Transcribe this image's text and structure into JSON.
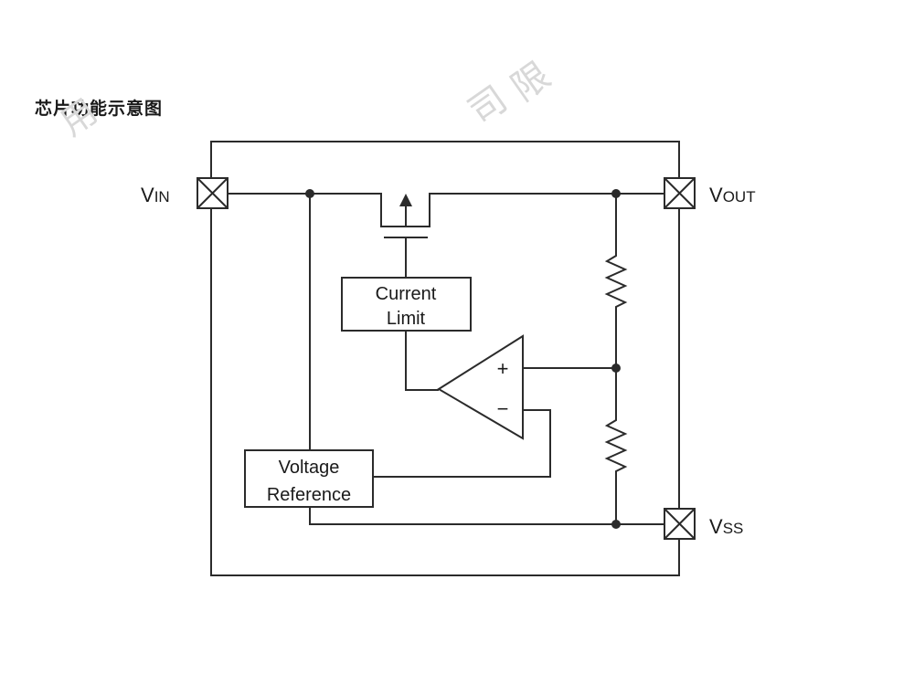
{
  "title": "芯片功能示意图",
  "pins": {
    "vin": {
      "main": "V",
      "sub": "IN"
    },
    "vout": {
      "main": "V",
      "sub": "OUT"
    },
    "vss": {
      "main": "V",
      "sub": "SS"
    }
  },
  "blocks": {
    "current_limit": {
      "line1": "Current",
      "line2": "Limit"
    },
    "voltage_reference": {
      "line1": "Voltage",
      "line2": "Reference"
    }
  },
  "amplifier": {
    "plus": "+",
    "minus": "−"
  },
  "watermark": {
    "a": "用",
    "b": "司",
    "c": "限"
  },
  "colors": {
    "line": "#2b2b2b",
    "background": "#ffffff"
  }
}
